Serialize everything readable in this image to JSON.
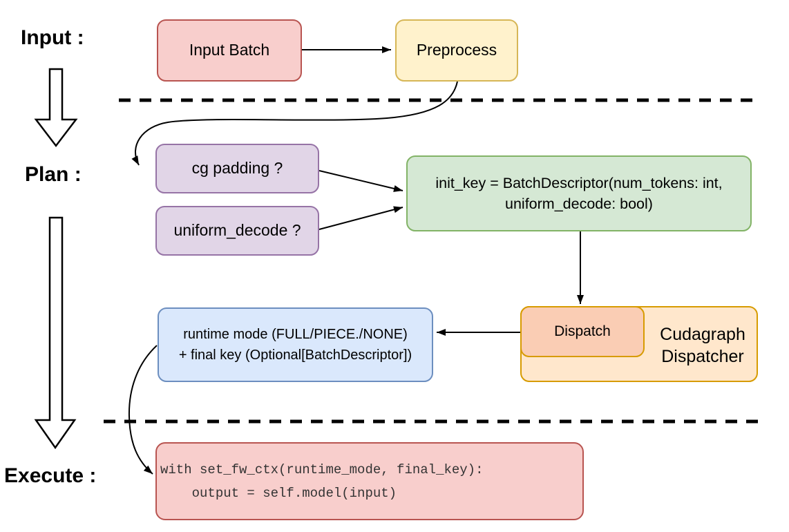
{
  "stage_labels": {
    "input": "Input :",
    "plan": "Plan :",
    "execute": "Execute :"
  },
  "nodes": {
    "input_batch": {
      "label": "Input Batch",
      "fill": "#F8CECC",
      "stroke": "#B85450"
    },
    "preprocess": {
      "label": "Preprocess",
      "fill": "#FFF2CC",
      "stroke": "#D6B656"
    },
    "cg_padding": {
      "label": "cg padding ?",
      "fill": "#E1D5E7",
      "stroke": "#9673A6"
    },
    "uniform_decode": {
      "label": "uniform_decode ?",
      "fill": "#E1D5E7",
      "stroke": "#9673A6"
    },
    "init_key": {
      "line1": "init_key = BatchDescriptor(num_tokens: int,",
      "line2": "uniform_decode: bool)",
      "fill": "#D5E8D4",
      "stroke": "#82B366"
    },
    "dispatch": {
      "label": "Dispatch",
      "fill": "#FACDB4",
      "stroke": "#D79B00"
    },
    "cudagraph_dispatcher": {
      "line1": "Cudagraph",
      "line2": "Dispatcher",
      "fill": "#FFE7CC",
      "stroke": "#D79B00"
    },
    "runtime_mode": {
      "line1": "runtime mode (FULL/PIECE./NONE)",
      "line2": "+ final key (Optional[BatchDescriptor])",
      "fill": "#DAE8FC",
      "stroke": "#6C8EBF"
    },
    "execute_code": {
      "line1": "with set_fw_ctx(runtime_mode, final_key):",
      "line2": "    output = self.model(input)",
      "fill": "#F8CECC",
      "stroke": "#B85450"
    }
  },
  "connector_color": "#000000"
}
